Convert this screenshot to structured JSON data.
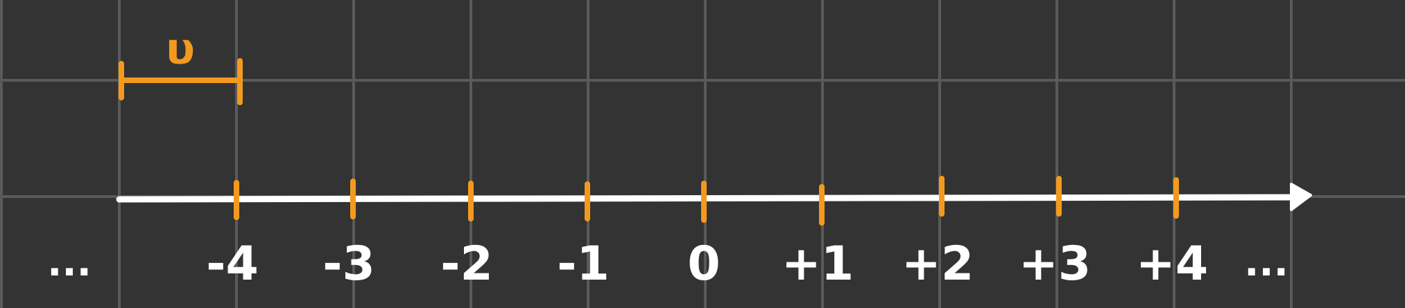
{
  "colors": {
    "background": "#333333",
    "grid": "#5a5a5a",
    "axis": "#ffffff",
    "accent": "#f39a1e",
    "label": "#ffffff"
  },
  "unit_label": "υ",
  "left_ellipsis": "...",
  "right_ellipsis": "...",
  "ticks": [
    {
      "label": "-4"
    },
    {
      "label": "-3"
    },
    {
      "label": "-2"
    },
    {
      "label": "-1"
    },
    {
      "label": "0"
    },
    {
      "label": "+1"
    },
    {
      "label": "+2"
    },
    {
      "label": "+3"
    },
    {
      "label": "+4"
    }
  ]
}
